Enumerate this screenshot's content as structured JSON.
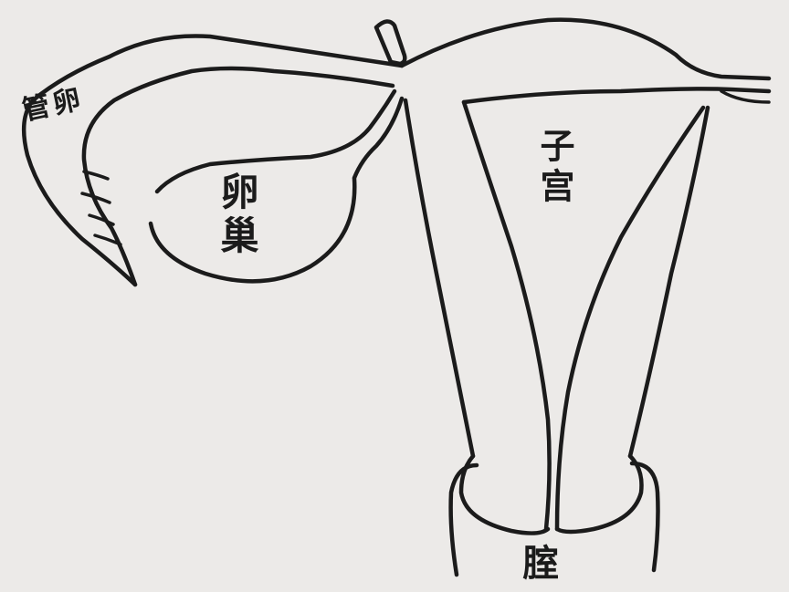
{
  "labels": {
    "fallopian_tube": "管卵",
    "ovary": "卵巢",
    "uterus": "子宫",
    "vagina": "腟"
  }
}
